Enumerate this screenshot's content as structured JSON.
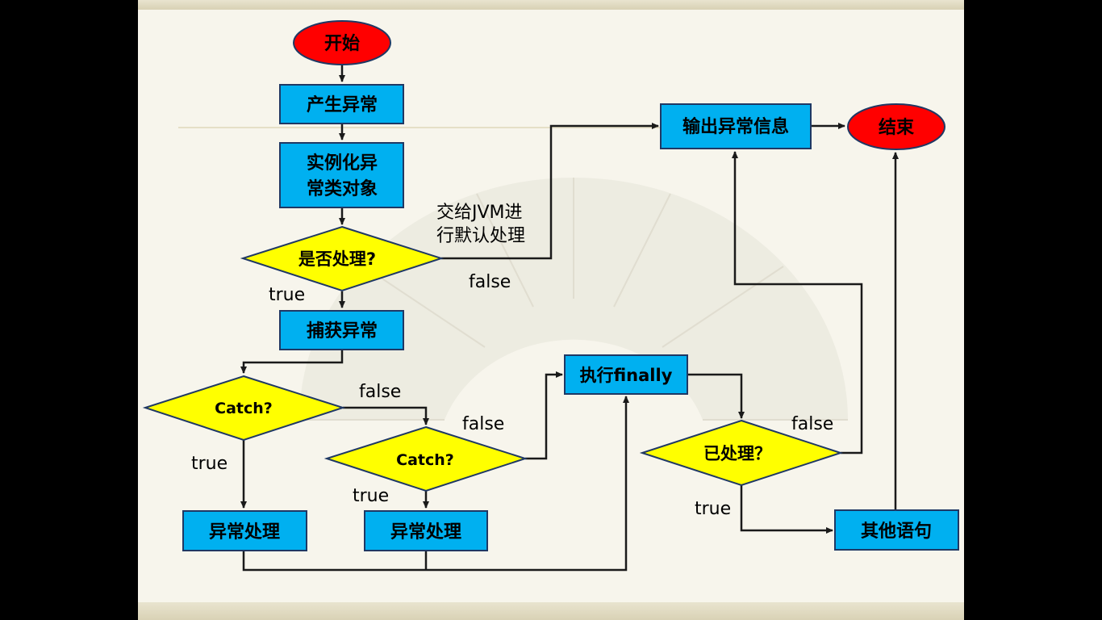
{
  "nodes": {
    "start": "开始",
    "generate_exception": "产生异常",
    "instantiate_line1": "实例化异",
    "instantiate_line2": "常类对象",
    "handle_decision": "是否处理?",
    "capture_exception": "捕获异常",
    "catch_decision_1": "Catch?",
    "catch_decision_2": "Catch?",
    "exception_handling_1": "异常处理",
    "exception_handling_2": "异常处理",
    "execute_finally": "执行finally",
    "handled_decision": "已处理？",
    "other_statements": "其他语句",
    "output_exception_info": "输出异常信息",
    "end": "结束"
  },
  "edge_labels": {
    "jvm_default_line1": "交给JVM进",
    "jvm_default_line2": "行默认处理",
    "handle_false": "false",
    "handle_true": "true",
    "catch1_false": "false",
    "catch1_true": "true",
    "catch2_false": "false",
    "catch2_true": "true",
    "handled_false": "false",
    "handled_true": "true"
  },
  "colors": {
    "process_fill": "#00b0f0",
    "decision_fill": "#ffff00",
    "terminal_fill": "#ff0000",
    "arrow": "#1a1a1a",
    "background": "#f7f5ec"
  }
}
